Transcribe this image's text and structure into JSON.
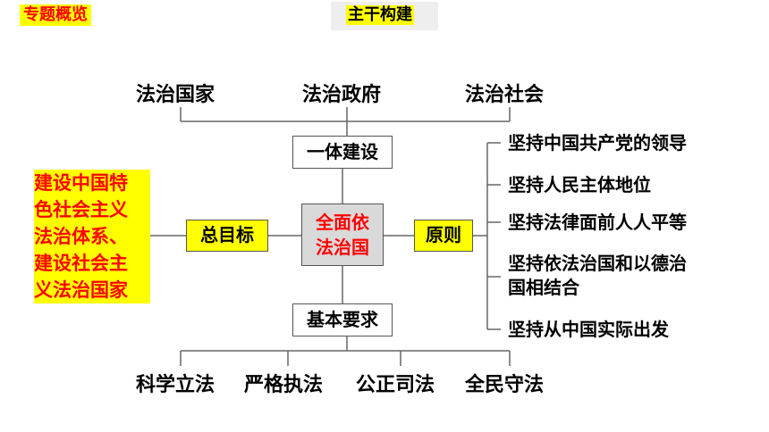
{
  "header": {
    "topic_tag": "专题概览",
    "title": "主干构建"
  },
  "top_row": [
    "法治国家",
    "法治政府",
    "法治社会"
  ],
  "nodes": {
    "integration": "一体建设",
    "center": [
      "全面依",
      "法治国"
    ],
    "goal_label": "总目标",
    "principle_label": "原则",
    "requirements_label": "基本要求"
  },
  "goal_text": [
    "建设中国特",
    "色社会主义",
    "法治体系、",
    "建设社会主",
    "义法治国家"
  ],
  "principles": [
    [
      "坚持中国共产党的领导"
    ],
    [
      "坚持人民主体地位"
    ],
    [
      "坚持法律面前人人平等"
    ],
    [
      "坚持依法治国和以德治",
      "国相结合"
    ],
    [
      "坚持从中国实际出发"
    ]
  ],
  "bottom_row": [
    "科学立法",
    "严格执法",
    "公正司法",
    "全民守法"
  ],
  "colors": {
    "accent_red": "#ff0000",
    "highlight_yellow": "#ffff00",
    "center_fill": "#d9d9d9",
    "line": "#666666"
  }
}
